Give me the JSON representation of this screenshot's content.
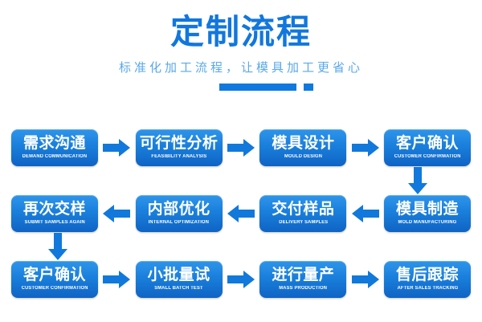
{
  "header": {
    "title": "定制流程",
    "subtitle": "标准化加工流程，让模具加工更省心",
    "accent_color": "#0f79e0",
    "title_color": "#1177dd",
    "subtitle_color": "#5aa9e8"
  },
  "flow": {
    "rows": [
      {
        "direction": "left-to-right",
        "nodes": [
          {
            "cn": "需求沟通",
            "en": "DEMAND COMMUNICATION"
          },
          {
            "cn": "可行性分析",
            "en": "FEASIBILITY ANALYSIS"
          },
          {
            "cn": "模具设计",
            "en": "MOULD DESIGN"
          },
          {
            "cn": "客户确认",
            "en": "CUSTOMER CONFIRMATION"
          }
        ]
      },
      {
        "direction": "right-to-left",
        "nodes": [
          {
            "cn": "模具制造",
            "en": "MOLD MANUFACTURING"
          },
          {
            "cn": "交付样品",
            "en": "DELIVERY SAMPLES"
          },
          {
            "cn": "内部优化",
            "en": "INTERNAL OPTIMIZATION"
          },
          {
            "cn": "再次交样",
            "en": "SUBMIT SAMPLES AGAIN"
          }
        ]
      },
      {
        "direction": "left-to-right",
        "nodes": [
          {
            "cn": "客户确认",
            "en": "CUSTOMER CONFIRMATION"
          },
          {
            "cn": "小批量试",
            "en": "SMALL BATCH TEST"
          },
          {
            "cn": "进行量产",
            "en": "MASS PRODUCTION"
          },
          {
            "cn": "售后跟踪",
            "en": "AFTER SALES TRACKING"
          }
        ]
      }
    ],
    "connectors": [
      {
        "side": "right",
        "direction": "down"
      },
      {
        "side": "left",
        "direction": "down"
      }
    ],
    "node_color_top": "#2f95ea",
    "node_color_bottom": "#0f63c4",
    "arrow_color": "#1178dc"
  }
}
